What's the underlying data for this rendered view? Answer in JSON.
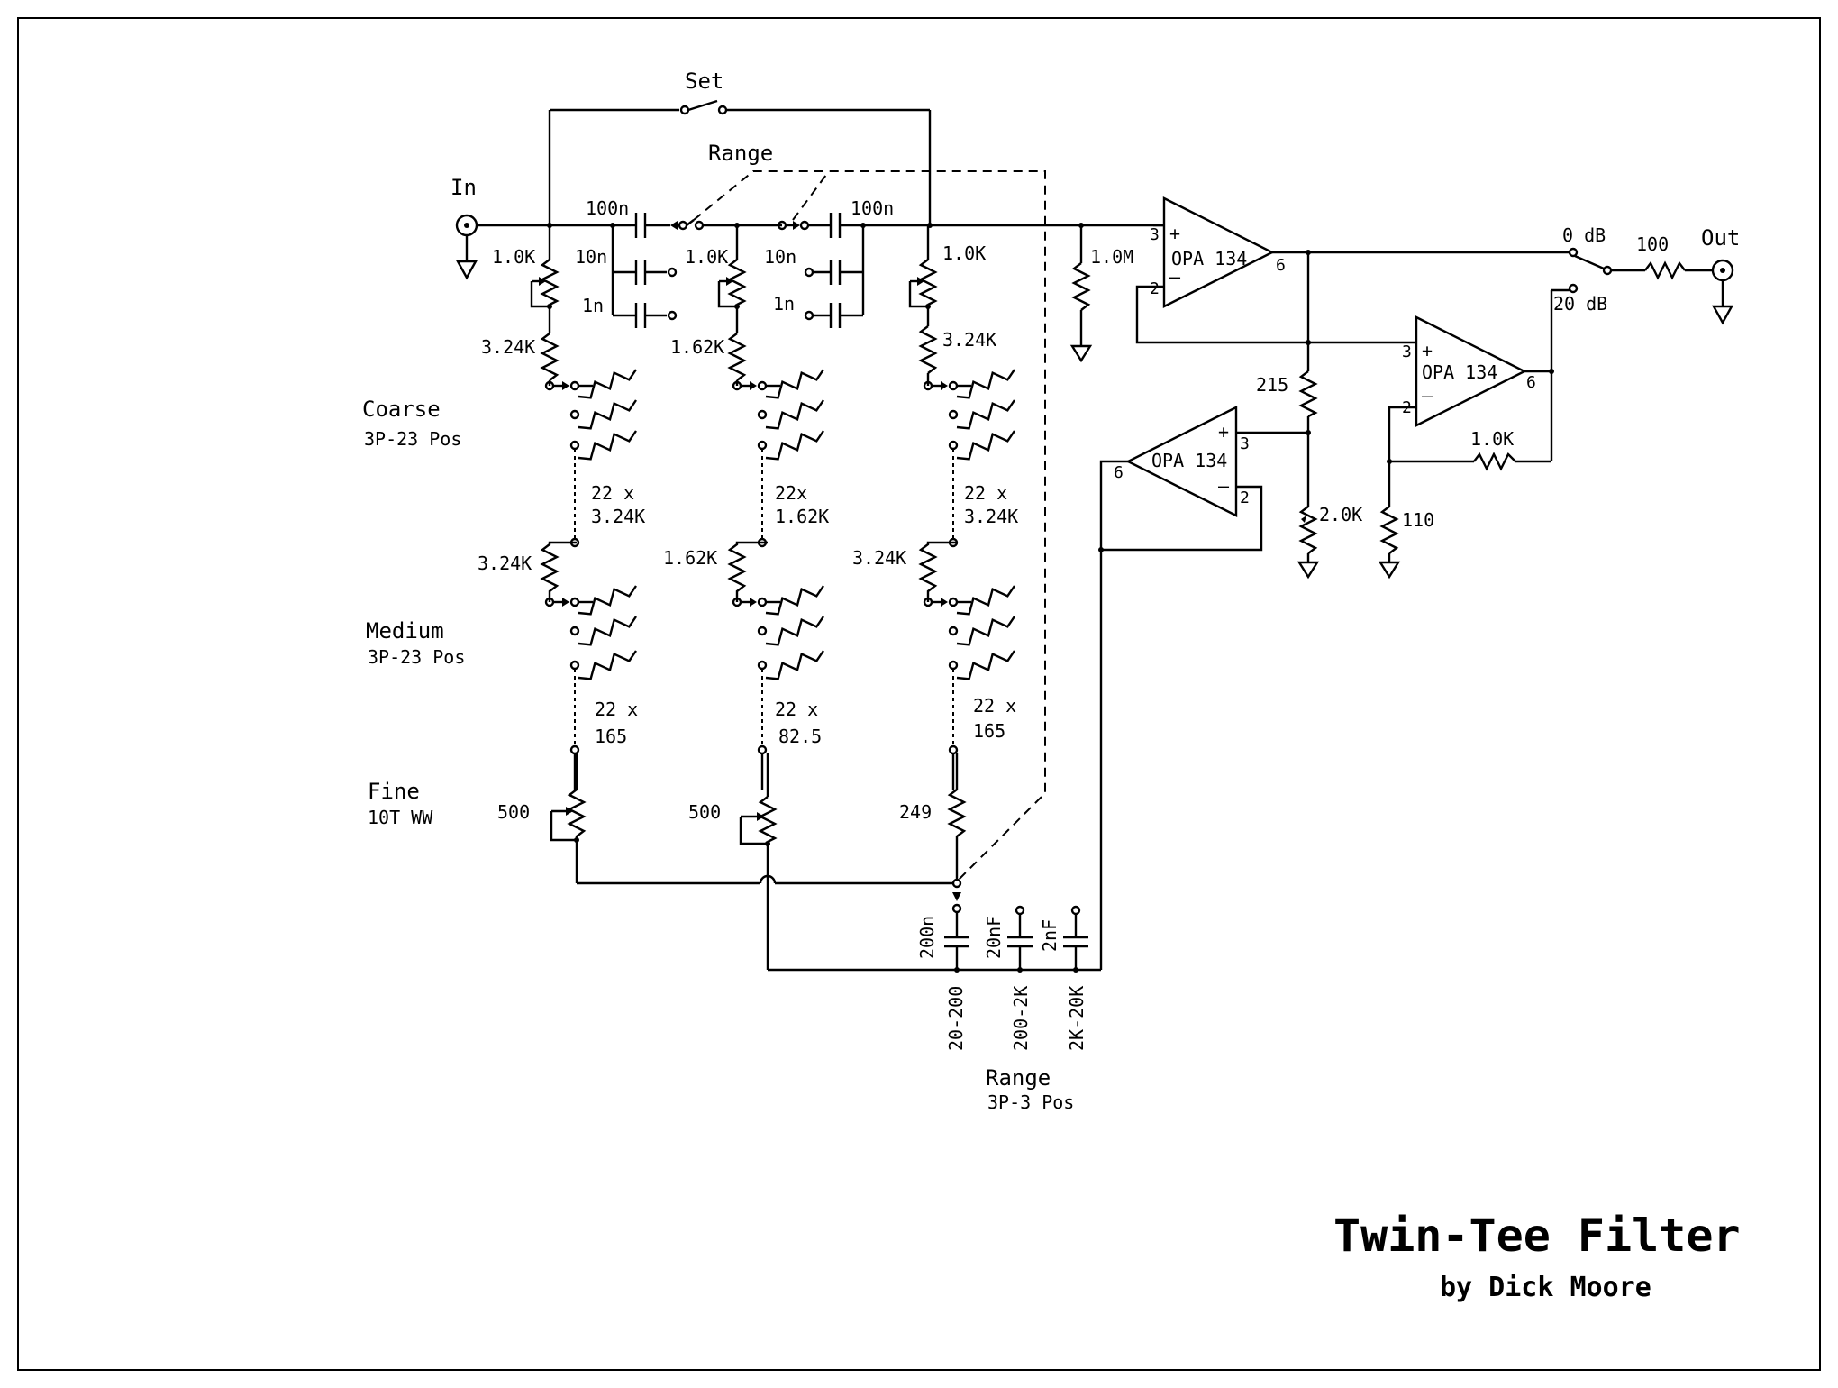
{
  "title": "Twin-Tee Filter",
  "author": "by Dick Moore",
  "labels": {
    "set": "Set",
    "range_top": "Range",
    "in": "In",
    "out": "Out",
    "coarse": "Coarse",
    "coarse_spec": "3P-23 Pos",
    "medium": "Medium",
    "medium_spec": "3P-23 Pos",
    "fine": "Fine",
    "fine_spec": "10T WW",
    "range_bottom": "Range",
    "range_spec": "3P-3 Pos",
    "gain_0db": "0 dB",
    "gain_20db": "20 dB",
    "opamp1": "OPA 134",
    "opamp2": "OPA 134",
    "opamp3": "OPA 134",
    "plus": "+",
    "minus": "–",
    "pin3": "3",
    "pin2": "2",
    "pin6": "6"
  },
  "components": {
    "c_100n_left": "100n",
    "c_10n_left": "10n",
    "c_1n_left": "1n",
    "c_100n_right": "100n",
    "c_10n_right": "10n",
    "c_1n_right": "1n",
    "pot_1k_left": "1.0K",
    "pot_1k_mid": "1.0K",
    "pot_1k_right": "1.0K",
    "r_324k_left": "3.24K",
    "r_162k_mid": "1.62K",
    "r_324k_right": "3.24K",
    "r_1m": "1.0M",
    "coarse_left_a": "22 x",
    "coarse_left_b": "3.24K",
    "coarse_mid_a": "22x",
    "coarse_mid_b": "1.62K",
    "coarse_right_a": "22 x",
    "coarse_right_b": "3.24K",
    "r2_left": "3.24K",
    "r2_mid": "1.62K",
    "r2_right": "3.24K",
    "medium_left_a": "22 x",
    "medium_left_b": "165",
    "medium_mid_a": "22 x",
    "medium_mid_b": "82.5",
    "medium_right_a": "22 x",
    "medium_right_b": "165",
    "fine_left": "500",
    "fine_mid": "500",
    "fine_right": "249",
    "c_200n": "200n",
    "c_20nf": "20nF",
    "c_2nf": "2nF",
    "band1": "20-200",
    "band2": "200-2K",
    "band3": "2K-20K",
    "r_215": "215",
    "r_20k": "2.0K",
    "r_110": "110",
    "r_10k_fb": "1.0K",
    "r_100": "100"
  }
}
